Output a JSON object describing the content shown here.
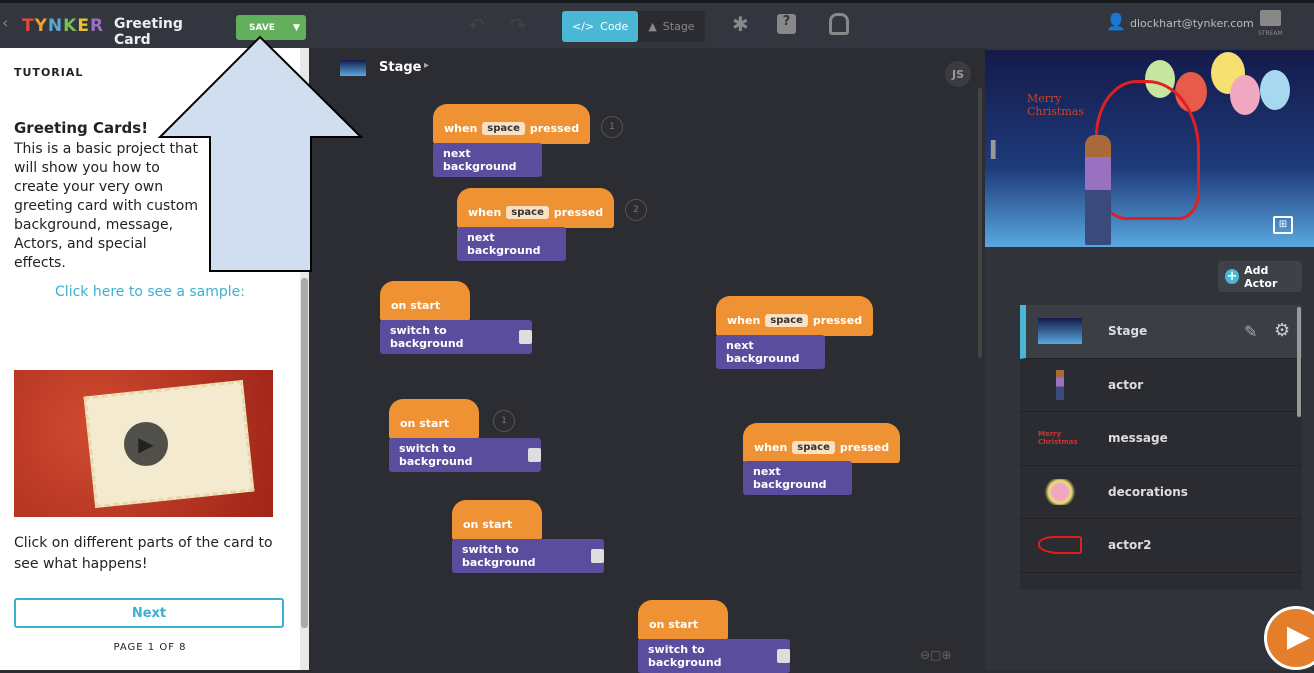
{
  "header": {
    "logo": "TYNKER",
    "project_title": "Greeting Card",
    "save_label": "SAVE",
    "code_tab": "Code",
    "stage_tab": "Stage",
    "user_email": "dlockhart@tynker.com",
    "stream_label": "STREAM"
  },
  "tutorial": {
    "section_label": "TUTORIAL",
    "heading": "Greeting Cards!",
    "body": "This is a basic project that will show you how to create your very own greeting card with custom background, message, Actors, and special effects.",
    "sample_link": "Click here to see a sample:",
    "instruction": "Click on different parts of the card to see what happens!",
    "next_label": "Next",
    "page_indicator": "PAGE 1 OF 8"
  },
  "code": {
    "breadcrumb": "Stage",
    "js_label": "JS",
    "hat_when": "when",
    "hat_key": "space",
    "hat_pressed": "pressed",
    "on_start": "on start",
    "next_bg": "next background",
    "switch_bg": "switch to background",
    "badges": [
      "1",
      "2",
      "1"
    ]
  },
  "stage_preview": {
    "message": "Merry Christmas"
  },
  "actors_panel": {
    "add_actor_label": "Add Actor",
    "items": [
      {
        "name": "Stage"
      },
      {
        "name": "actor"
      },
      {
        "name": "message"
      },
      {
        "name": "decorations"
      },
      {
        "name": "actor2"
      }
    ]
  },
  "colors": {
    "accent": "#4ab8d4",
    "save": "#63b05c",
    "event": "#ef9234",
    "looks": "#5a4d9e"
  }
}
